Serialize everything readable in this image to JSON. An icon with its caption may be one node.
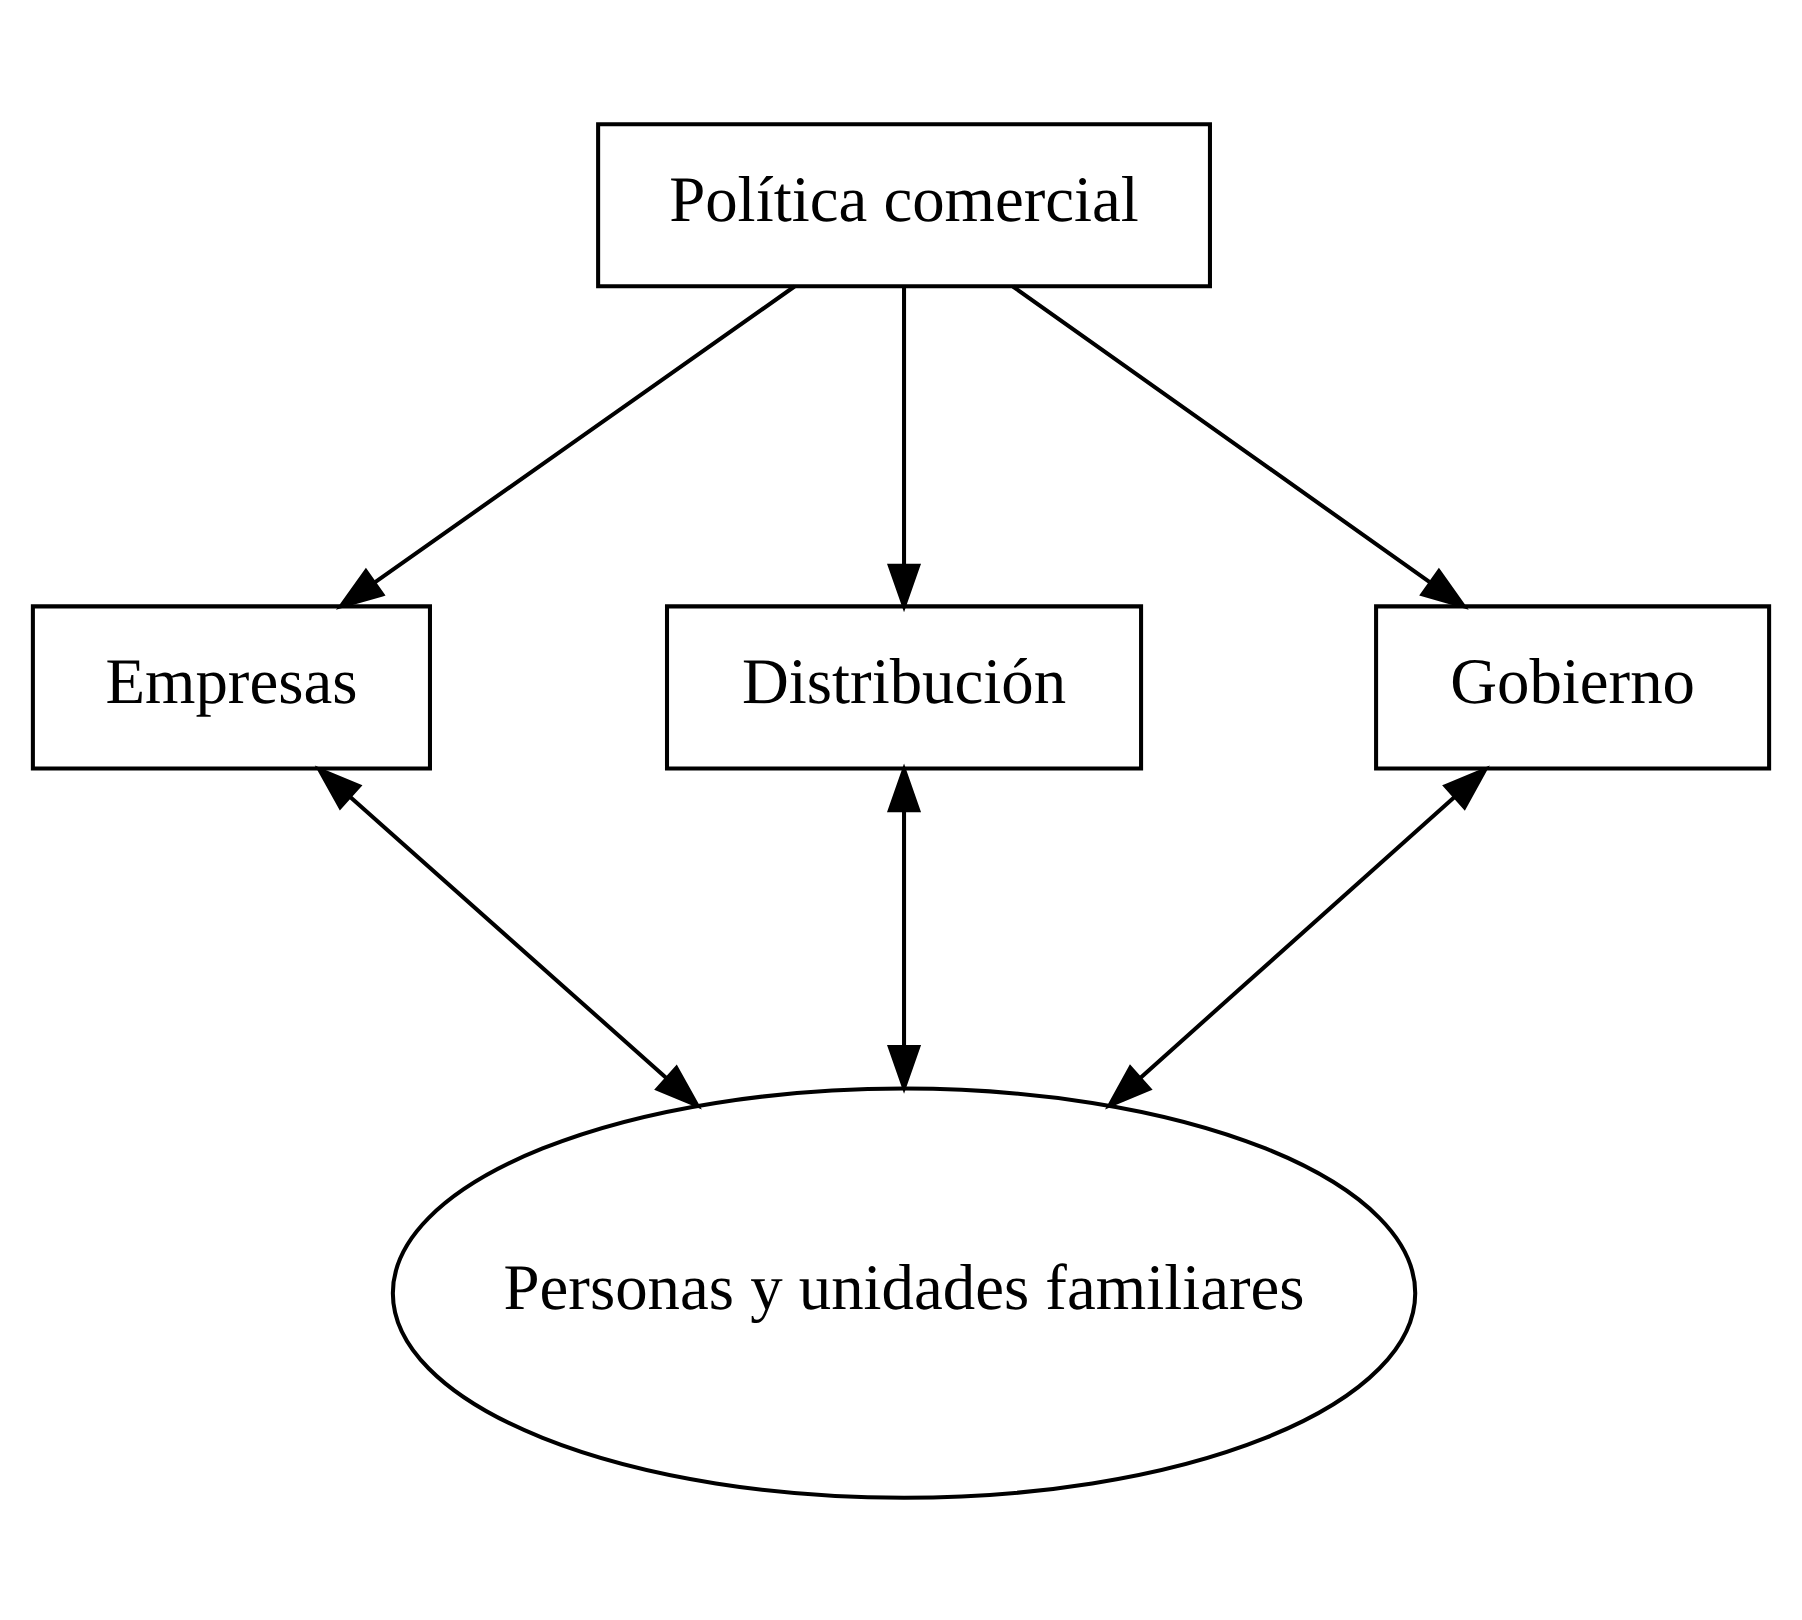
{
  "diagram": {
    "nodes": [
      {
        "text": [
          "Política comercial"
        ]
      },
      {
        "text": [
          "Empresas"
        ]
      },
      {
        "text": [
          "Distribución"
        ]
      },
      {
        "text": [
          "Gobierno"
        ]
      },
      {
        "text": [
          "Personas y unidades familiares"
        ]
      }
    ],
    "edges": [
      {
        "from": 0,
        "to": 1,
        "arrow": "to"
      },
      {
        "from": 0,
        "to": 2,
        "arrow": "to"
      },
      {
        "from": 0,
        "to": 3,
        "arrow": "to"
      },
      {
        "from": 1,
        "to": 4,
        "arrow": "both"
      },
      {
        "from": 2,
        "to": 4,
        "arrow": "both"
      },
      {
        "from": 3,
        "to": 4,
        "arrow": "both"
      }
    ]
  }
}
